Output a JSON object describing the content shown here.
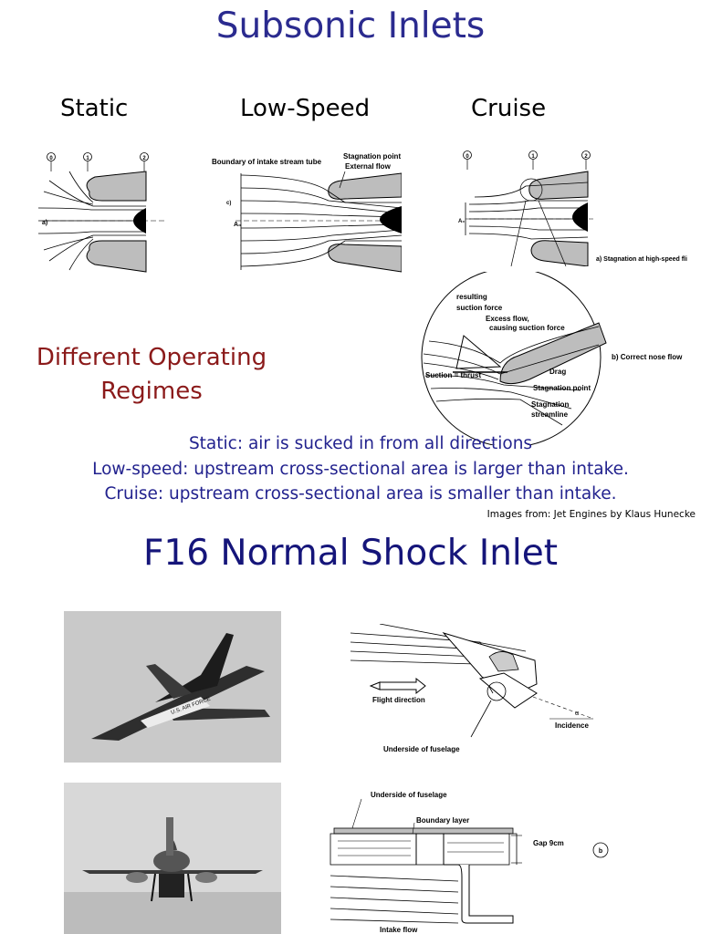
{
  "slide1": {
    "title": "Subsonic Inlets",
    "regimes": {
      "static": "Static",
      "low_speed": "Low-Speed",
      "cruise": "Cruise"
    },
    "different_regimes": [
      "Different Operating",
      "Regimes"
    ],
    "descriptions": [
      "Static: air is sucked in from all directions",
      "Low-speed: upstream cross-sectional area is larger than intake.",
      "Cruise: upstream cross-sectional area is smaller than intake."
    ],
    "credit": "Images from: Jet Engines by Klaus Hunecke",
    "diagram_labels": {
      "static_a": "a)",
      "boundary": "Boundary of intake stream tube",
      "stagnation_point": "Stagnation point",
      "external_flow": "External flow",
      "lowspeed_c": "c)",
      "lowspeed_a0": "A₀",
      "cruise_a0": "A₀",
      "high_speed": "a) Stagnation at high-speed fli",
      "resulting": "resulting",
      "suction_force": "suction force",
      "excess_flow": "Excess flow,",
      "causing": "causing suction force",
      "suction_thrust": "Suction = thrust",
      "drag": "Drag",
      "stagnation_point_small": "Stagnation point",
      "stagnation": "Stagnation",
      "streamline": "streamline",
      "correct_nose": "b) Correct nose flow",
      "station_0": "0",
      "station_1": "1",
      "station_2": "2"
    }
  },
  "slide2": {
    "title": "F16 Normal Shock Inlet",
    "labels": {
      "flight_direction": "Flight direction",
      "incidence": "Incidence",
      "underside1": "Underside of fuselage",
      "underside2": "Underside of fuselage",
      "boundary_layer": "Boundary layer",
      "gap": "Gap 9cm",
      "intake_flow": "Intake flow",
      "b": "b",
      "alpha": "α",
      "usaf": "U.S. AIR FORCE"
    }
  }
}
